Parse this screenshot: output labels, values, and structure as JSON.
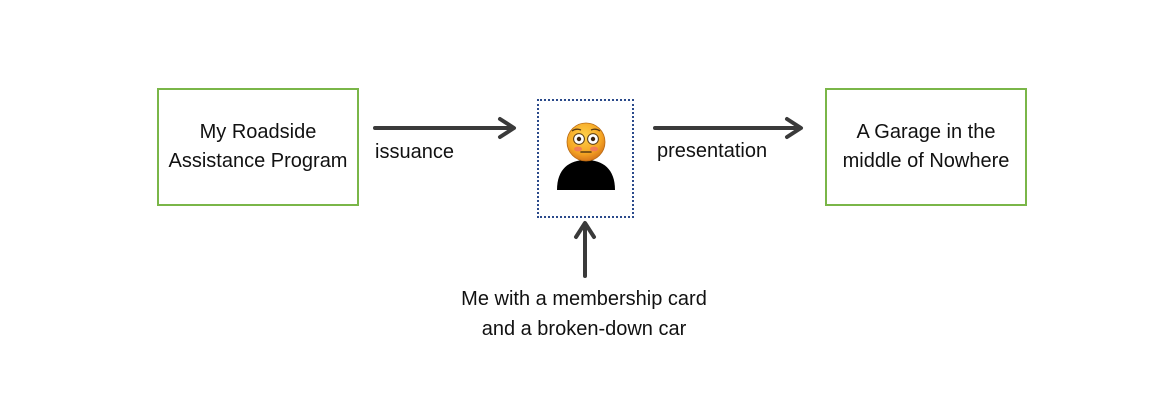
{
  "nodes": {
    "program": "My Roadside\nAssistance Program",
    "garage": "A Garage in the\nmiddle of Nowhere"
  },
  "edges": {
    "issuance": "issuance",
    "presentation": "presentation"
  },
  "person_caption": "Me with a membership card\nand a broken-down car",
  "icons": {
    "person": "flushed-face-person-icon"
  },
  "colors": {
    "box_border": "#7ab648",
    "center_border": "#2b4a8b",
    "arrow": "#3a3a3a"
  }
}
